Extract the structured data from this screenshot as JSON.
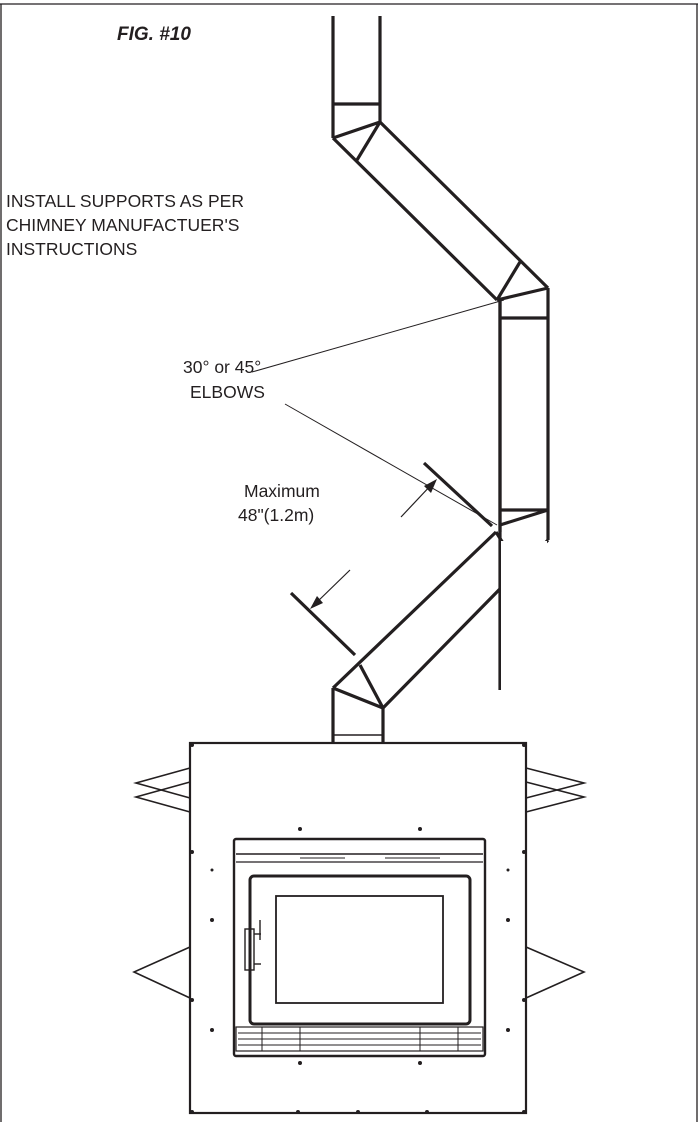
{
  "figure": {
    "title": "FIG. #10"
  },
  "note": {
    "line1": "INSTALL SUPPORTS AS PER",
    "line2": "CHIMNEY MANUFACTUER'S",
    "line3": "INSTRUCTIONS"
  },
  "elbows": {
    "line1": "30° or 45°",
    "line2": "ELBOWS"
  },
  "dimension": {
    "line1": "Maximum",
    "line2": "48\"(1.2m)"
  }
}
